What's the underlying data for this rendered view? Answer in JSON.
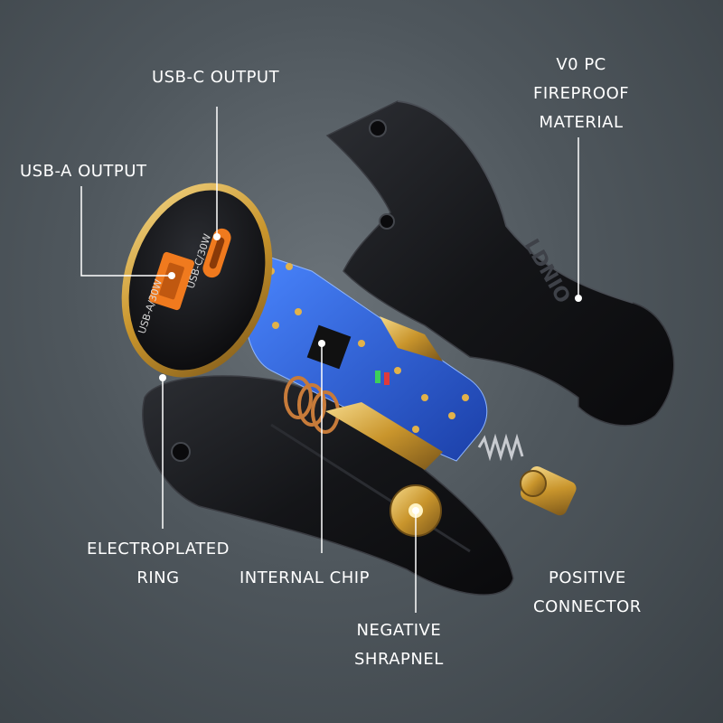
{
  "callouts": {
    "usb_c": "USB-C OUTPUT",
    "usb_a": "USB-A OUTPUT",
    "material": [
      "V0 PC",
      "FIREPROOF",
      "MATERIAL"
    ],
    "ring": [
      "ELECTROPLATED",
      "RING"
    ],
    "chip": "INTERNAL CHIP",
    "positive": [
      "POSITIVE",
      "CONNECTOR"
    ],
    "negative": [
      "NEGATIVE",
      "SHRAPNEL"
    ]
  },
  "product": {
    "brand_mark": "LDNIO",
    "port_a_text": "USB-A/30W",
    "port_c_text": "USB-C/30W"
  },
  "colors": {
    "shell": "#1b1c1f",
    "gold": "#d2a43a",
    "pcb": "#2a5bd8",
    "port_orange": "#f07a1e",
    "leader_line": "#ffffff"
  }
}
